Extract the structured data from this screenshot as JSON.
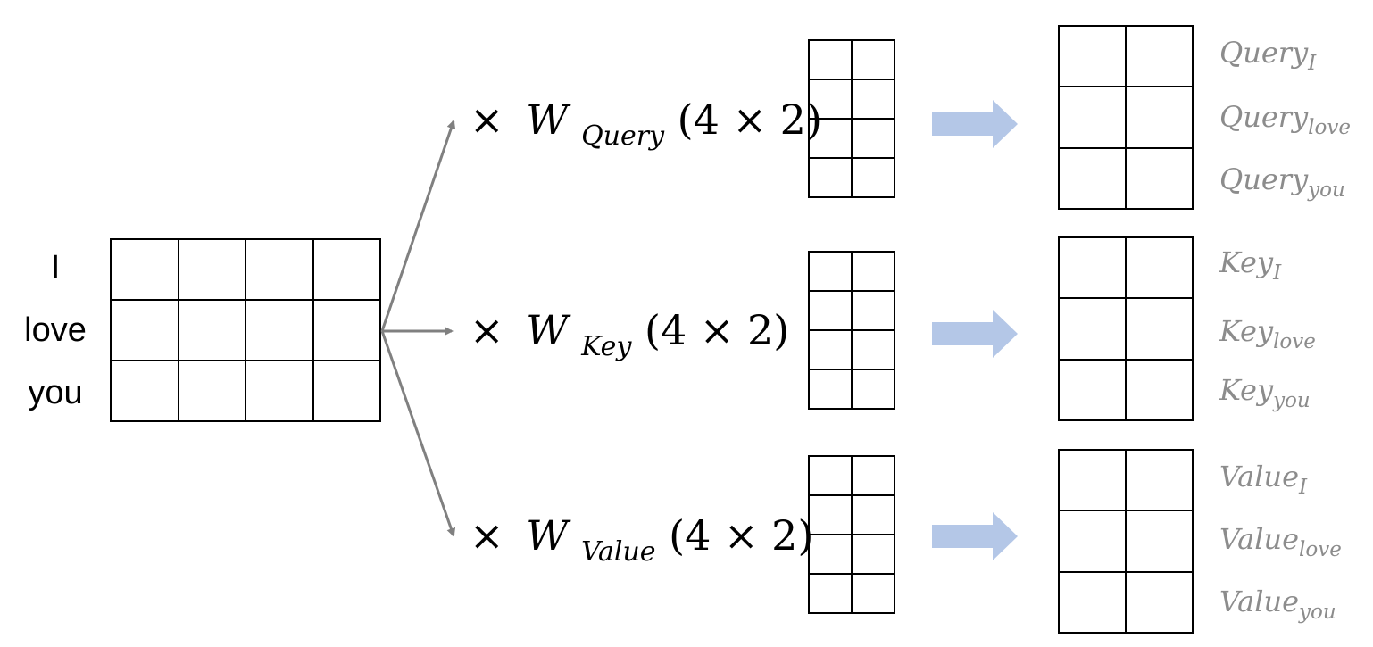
{
  "input": {
    "tokens": [
      "I",
      "love",
      "you"
    ]
  },
  "projections": [
    {
      "name": "Query",
      "op": {
        "times": "×",
        "W": "W",
        "sub": "Query",
        "dims": "(4 × 2)"
      },
      "labels": [
        {
          "base": "Query",
          "sub": "I"
        },
        {
          "base": "Query",
          "sub": "love"
        },
        {
          "base": "Query",
          "sub": "you"
        }
      ]
    },
    {
      "name": "Key",
      "op": {
        "times": "×",
        "W": "W",
        "sub": "Key",
        "dims": "(4 × 2)"
      },
      "labels": [
        {
          "base": "Key",
          "sub": "I"
        },
        {
          "base": "Key",
          "sub": "love"
        },
        {
          "base": "Key",
          "sub": "you"
        }
      ]
    },
    {
      "name": "Value",
      "op": {
        "times": "×",
        "W": "W",
        "sub": "Value",
        "dims": "(4 × 2)"
      },
      "labels": [
        {
          "base": "Value",
          "sub": "I"
        },
        {
          "base": "Value",
          "sub": "love"
        },
        {
          "base": "Value",
          "sub": "you"
        }
      ]
    }
  ],
  "colors": {
    "grid": "#000000",
    "connector_arrow": "#808080",
    "block_arrow": "#b4c7e7",
    "label_text": "#8c8c8c"
  }
}
